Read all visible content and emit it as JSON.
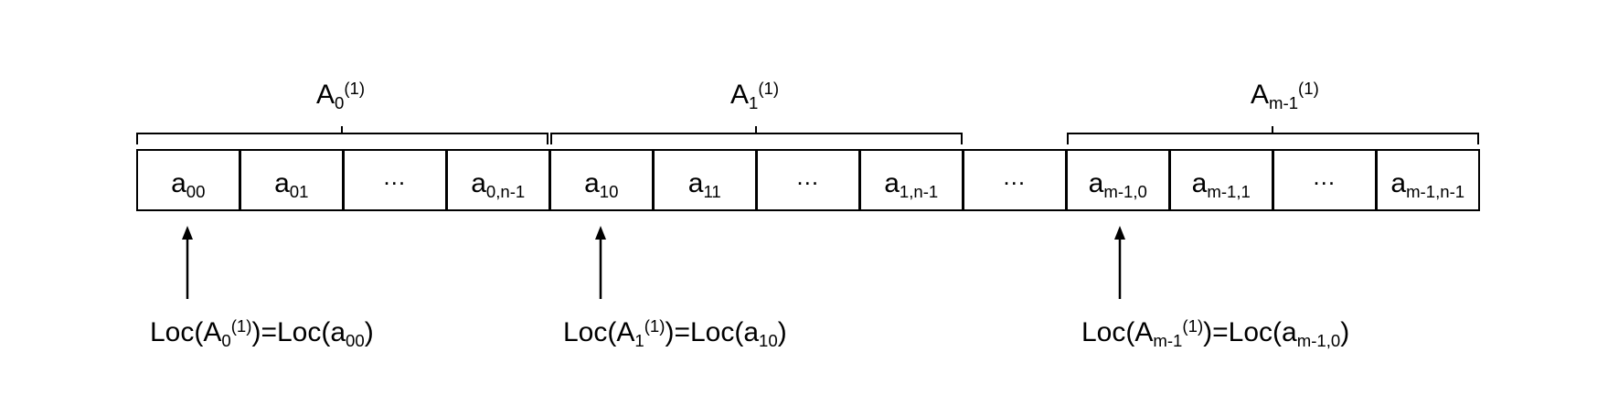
{
  "groups": [
    {
      "base": "A",
      "sub": "0",
      "sup": "(1)"
    },
    {
      "base": "A",
      "sub": "1",
      "sup": "(1)"
    },
    {
      "base": "A",
      "sub": "m-1",
      "sup": "(1)"
    }
  ],
  "cells": [
    {
      "base": "a",
      "sub": "00"
    },
    {
      "base": "a",
      "sub": "01"
    },
    {
      "base": "…",
      "sub": ""
    },
    {
      "base": "a",
      "sub": "0,n-1"
    },
    {
      "base": "a",
      "sub": "10"
    },
    {
      "base": "a",
      "sub": "11"
    },
    {
      "base": "…",
      "sub": ""
    },
    {
      "base": "a",
      "sub": "1,n-1"
    },
    {
      "base": "…",
      "sub": ""
    },
    {
      "base": "a",
      "sub": "m-1,0"
    },
    {
      "base": "a",
      "sub": "m-1,1"
    },
    {
      "base": "…",
      "sub": ""
    },
    {
      "base": "a",
      "sub": "m-1,n-1"
    }
  ],
  "pointers": [
    {
      "prefix": "Loc(",
      "base": "A",
      "sub": "0",
      "sup": "(1)",
      "middle": ")=Loc(",
      "tbase": "a",
      "tsub": "00",
      "suffix": ")"
    },
    {
      "prefix": "Loc(",
      "base": "A",
      "sub": "1",
      "sup": "(1)",
      "middle": ")=Loc(",
      "tbase": "a",
      "tsub": "10",
      "suffix": ")"
    },
    {
      "prefix": "Loc(",
      "base": "A",
      "sub": "m-1",
      "sup": "(1)",
      "middle": ")=Loc(",
      "tbase": "a",
      "tsub": "m-1,0",
      "suffix": ")"
    }
  ]
}
